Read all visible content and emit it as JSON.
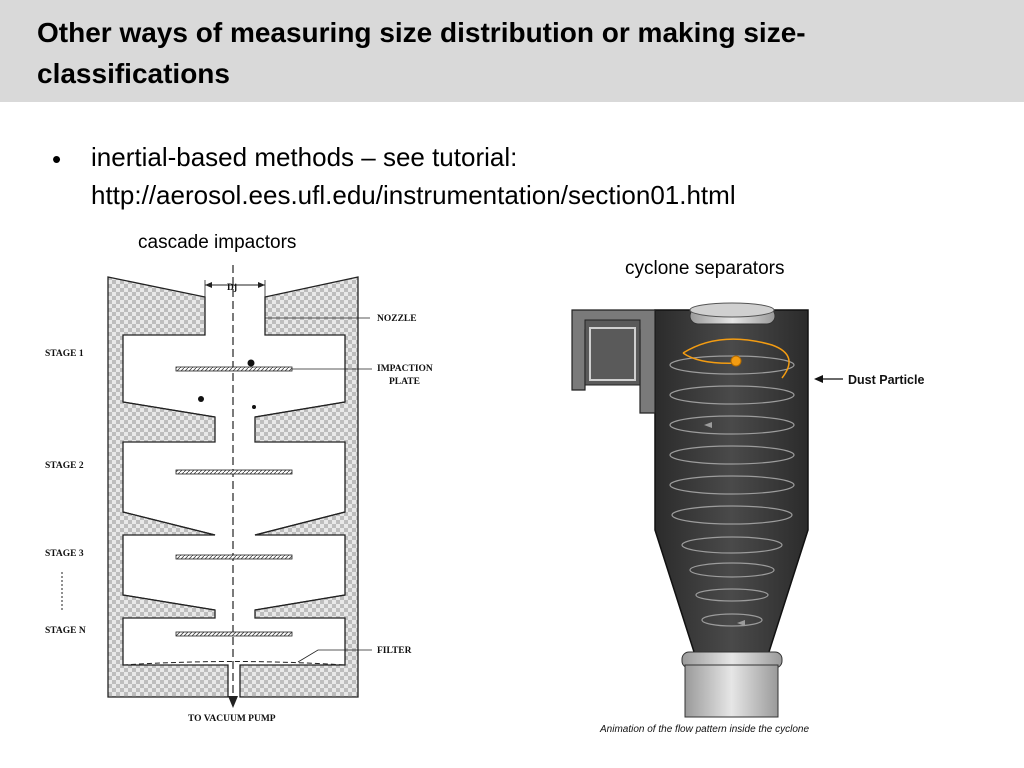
{
  "slide": {
    "title": "Other ways of measuring size distribution or making size-classifications",
    "bullet_symbol": "•",
    "bullet_text": "inertial-based methods – see tutorial:",
    "bullet_url": "http://aerosol.ees.ufl.edu/instrumentation/section01.html"
  },
  "impactor": {
    "caption": "cascade impactors",
    "dj_label": "Dj",
    "nozzle_label": "NOZZLE",
    "impaction_label_1": "IMPACTION",
    "impaction_label_2": "PLATE",
    "filter_label": "FILTER",
    "pump_label": "TO VACUUM PUMP",
    "stages": [
      "STAGE 1",
      "STAGE 2",
      "STAGE 3",
      "STAGE N"
    ]
  },
  "cyclone": {
    "caption": "cyclone separators",
    "dust_label": "Dust Particle",
    "animation_caption": "Animation of the flow pattern inside the cyclone"
  },
  "colors": {
    "title_bar": "#d9d9d9",
    "cyclone_body": "#3a3a3a",
    "particle": "#f39c12"
  }
}
